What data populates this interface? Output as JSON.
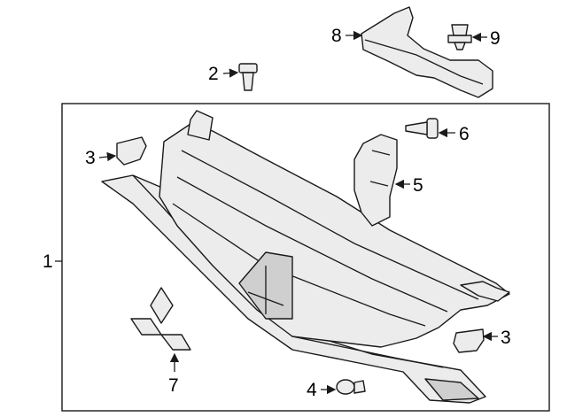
{
  "callouts": {
    "c1": "1",
    "c2": "2",
    "c3a": "3",
    "c3b": "3",
    "c4": "4",
    "c5": "5",
    "c6": "6",
    "c7": "7",
    "c8": "8",
    "c9": "9"
  },
  "colors": {
    "line": "#1a1a1a",
    "fill": "#ececec",
    "shade": "#cfcfcf"
  }
}
